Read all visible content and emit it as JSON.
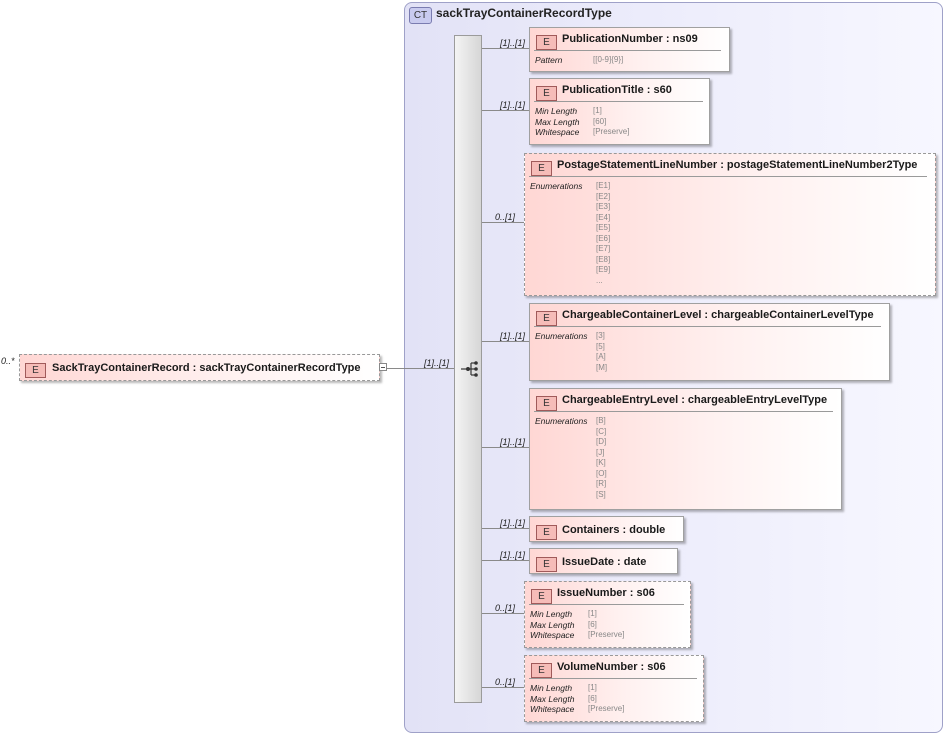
{
  "complex_type": {
    "badge": "CT",
    "name": "sackTrayContainerRecordType"
  },
  "root": {
    "badge": "E",
    "title": "SackTrayContainerRecord : sackTrayContainerRecordType",
    "multiplicity": "0..*",
    "sequence_multiplicity": "[1]..[1]"
  },
  "elements": [
    {
      "title": "PublicationNumber : ns09",
      "multiplicity": "[1]..[1]",
      "optional": false,
      "facets": [
        {
          "label": "Pattern",
          "values": [
            "[[0-9]{9}]"
          ]
        }
      ]
    },
    {
      "title": "PublicationTitle : s60",
      "multiplicity": "[1]..[1]",
      "optional": false,
      "facets": [
        {
          "label": "Min Length",
          "values": [
            "[1]"
          ]
        },
        {
          "label": "Max Length",
          "values": [
            "[60]"
          ]
        },
        {
          "label": "Whitespace",
          "values": [
            "[Preserve]"
          ]
        }
      ]
    },
    {
      "title": "PostageStatementLineNumber : postageStatementLineNumber2Type",
      "multiplicity": "0..[1]",
      "optional": true,
      "facets": [
        {
          "label": "Enumerations",
          "values": [
            "[E1]",
            "[E2]",
            "[E3]",
            "[E4]",
            "[E5]",
            "[E6]",
            "[E7]",
            "[E8]",
            "[E9]",
            "..."
          ]
        }
      ]
    },
    {
      "title": "ChargeableContainerLevel : chargeableContainerLevelType",
      "multiplicity": "[1]..[1]",
      "optional": false,
      "facets": [
        {
          "label": "Enumerations",
          "values": [
            "[3]",
            "[5]",
            "[A]",
            "[M]"
          ]
        }
      ]
    },
    {
      "title": "ChargeableEntryLevel : chargeableEntryLevelType",
      "multiplicity": "[1]..[1]",
      "optional": false,
      "facets": [
        {
          "label": "Enumerations",
          "values": [
            "[B]",
            "[C]",
            "[D]",
            "[J]",
            "[K]",
            "[O]",
            "[R]",
            "[S]"
          ]
        }
      ]
    },
    {
      "title": "Containers : double",
      "multiplicity": "[1]..[1]",
      "optional": false,
      "facets": []
    },
    {
      "title": "IssueDate : date",
      "multiplicity": "[1]..[1]",
      "optional": false,
      "facets": []
    },
    {
      "title": "IssueNumber : s06",
      "multiplicity": "0..[1]",
      "optional": true,
      "facets": [
        {
          "label": "Min Length",
          "values": [
            "[1]"
          ]
        },
        {
          "label": "Max Length",
          "values": [
            "[6]"
          ]
        },
        {
          "label": "Whitespace",
          "values": [
            "[Preserve]"
          ]
        }
      ]
    },
    {
      "title": "VolumeNumber : s06",
      "multiplicity": "0..[1]",
      "optional": true,
      "facets": [
        {
          "label": "Min Length",
          "values": [
            "[1]"
          ]
        },
        {
          "label": "Max Length",
          "values": [
            "[6]"
          ]
        },
        {
          "label": "Whitespace",
          "values": [
            "[Preserve]"
          ]
        }
      ]
    }
  ]
}
